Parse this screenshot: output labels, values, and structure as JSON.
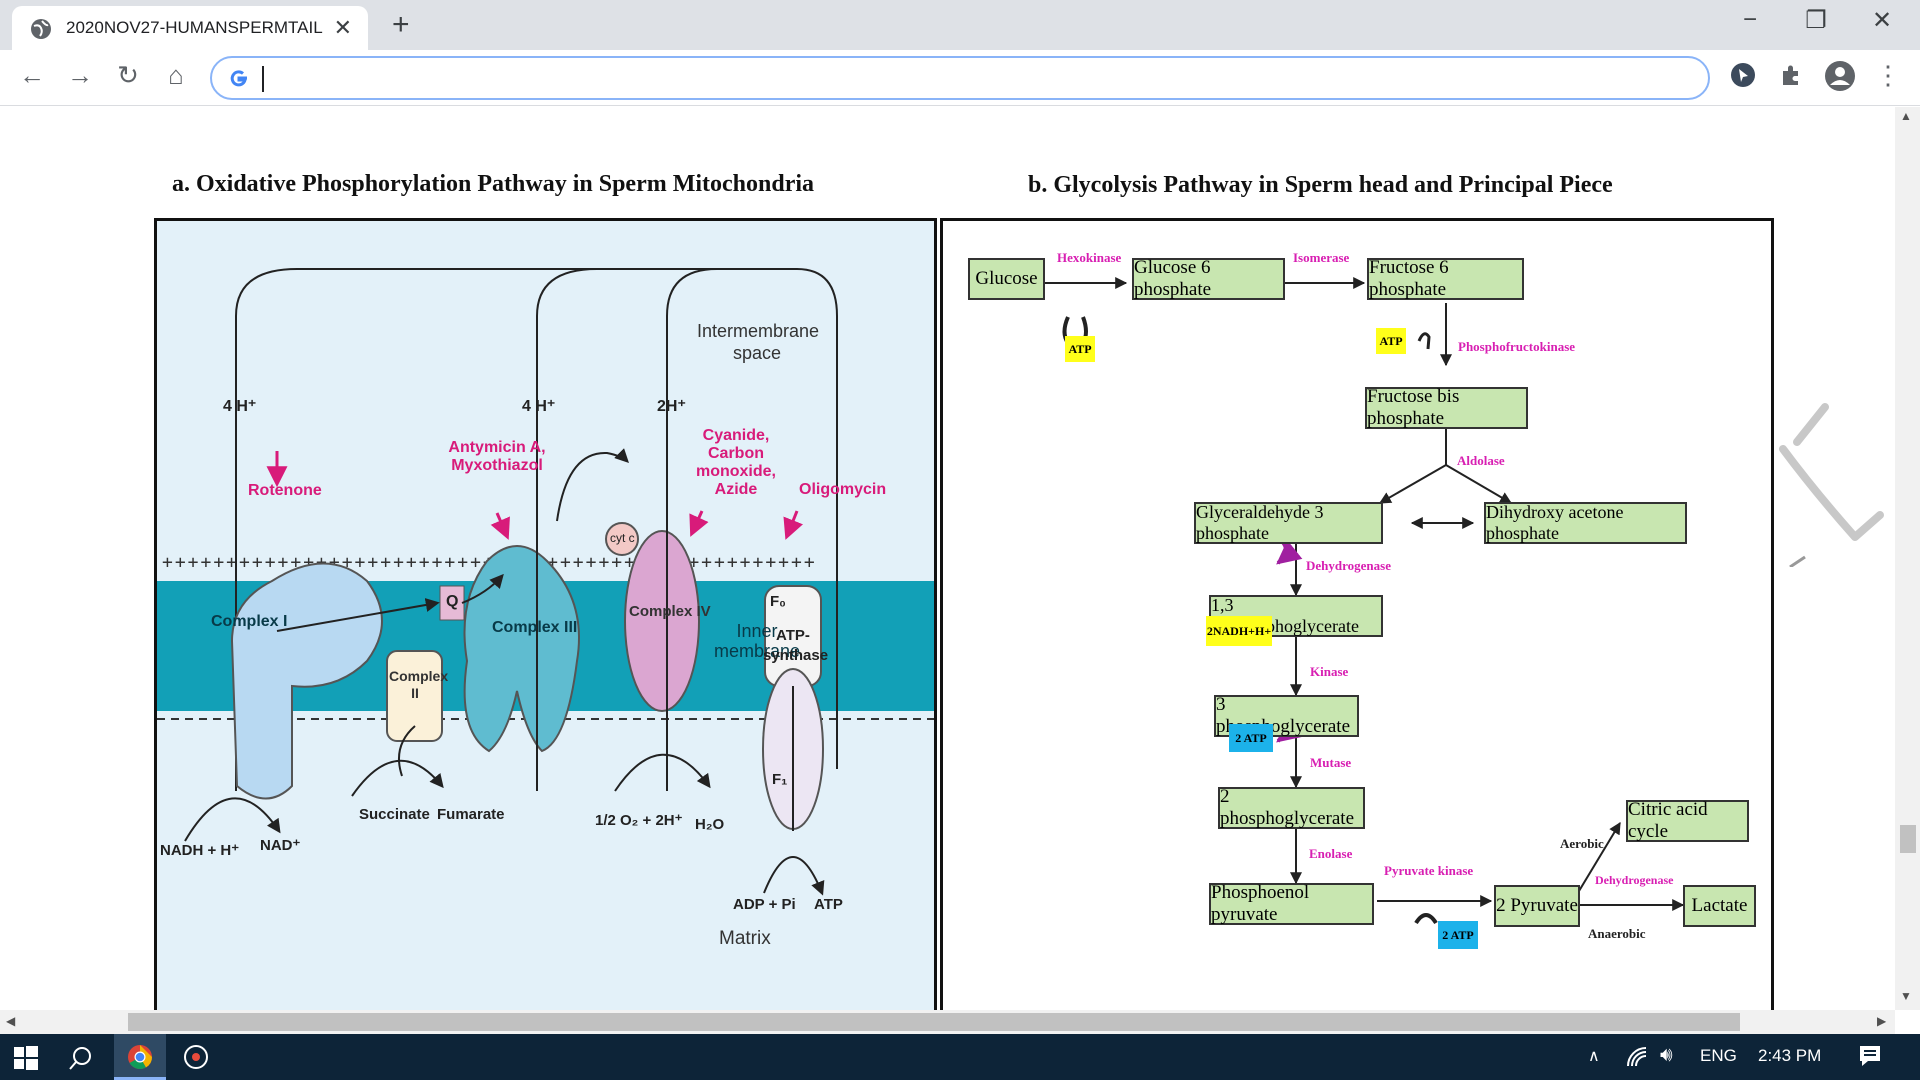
{
  "browser": {
    "tab_title": "2020NOV27-HUMANSPERMTAIL",
    "url": ""
  },
  "figure": {
    "title_a": "a. Oxidative  Phosphorylation  Pathway in  Sperm  Mitochondria",
    "title_b": "b. Glycolysis  Pathway in  Sperm  head  and  Principal  Piece",
    "oxphos": {
      "intermembrane": [
        "Intermembrane",
        "space"
      ],
      "inner_membrane": [
        "Inner",
        "membrane"
      ],
      "matrix": "Matrix",
      "proton_labels": [
        "4 H⁺",
        "4 H⁺",
        "2H⁺"
      ],
      "inhibitors": {
        "rotenone": "Rotenone",
        "antimycin": [
          "Antymicin A,",
          "Myxothiazol"
        ],
        "cyanide": [
          "Cyanide,",
          "Carbon monoxide,",
          "Azide"
        ],
        "oligomycin": "Oligomycin"
      },
      "complexes": {
        "c1": "Complex I",
        "c2": [
          "Complex",
          "II"
        ],
        "c3": "Complex III",
        "c4": "Complex IV",
        "q": "Q",
        "cytc": "cyt c",
        "atp_synthase": [
          "ATP-",
          "synthase"
        ],
        "fo": "F₀",
        "f1": "F₁"
      },
      "substrates": {
        "nadh": "NADH + H⁺",
        "nad": "NAD⁺",
        "succinate": "Succinate",
        "fumarate": "Fumarate",
        "oxygen": "1/2 O₂ + 2H⁺",
        "water": "H₂O",
        "adp": "ADP + Pi",
        "atp": "ATP"
      }
    },
    "glycolysis": {
      "nodes": {
        "glucose": "Glucose",
        "g6p": "Glucose 6 phosphate",
        "f6p": "Fructose 6 phosphate",
        "fbp": "Fructose bis phosphate",
        "g3p": "Glyceraldehyde 3 phosphate",
        "dhap": "Dihydroxy acetone phosphate",
        "bpg": "1,3 bisphosphoglycerate",
        "pg3": "3 phosphoglycerate",
        "pg2": "2 phosphoglycerate",
        "pep": "Phosphoenol pyruvate",
        "pyruvate": "2 Pyruvate",
        "citric": "Citric acid cycle",
        "lactate": "Lactate"
      },
      "enzymes": {
        "hexokinase": "Hexokinase",
        "isomerase": "Isomerase",
        "pfk": "Phosphofructokinase",
        "aldolase": "Aldolase",
        "dehydrogenase": "Dehydrogenase",
        "kinase": "Kinase",
        "mutase": "Mutase",
        "enolase": "Enolase",
        "pyruvate_kinase": "Pyruvate kinase",
        "ldh": "Dehydrogenase"
      },
      "cofactors": {
        "atp1": "ATP",
        "atp2": "ATP",
        "nadh": "2NADH+H+",
        "atp_2a": "2 ATP",
        "atp_2b": "2 ATP"
      },
      "conditions": {
        "aerobic": "Aerobic",
        "anaerobic": "Anaerobic"
      }
    }
  },
  "taskbar": {
    "language": "ENG",
    "time": "2:43 PM"
  },
  "colors": {
    "membrane": "#12a0b7",
    "panel_a_bg": "#e3f1f9",
    "node_fill": "#c8e6b0",
    "enzyme_text": "#d81fb2",
    "inhibitor_text": "#d81b7a",
    "atp_yellow": "#ffff1a",
    "atp_blue": "#1cb2ea"
  }
}
